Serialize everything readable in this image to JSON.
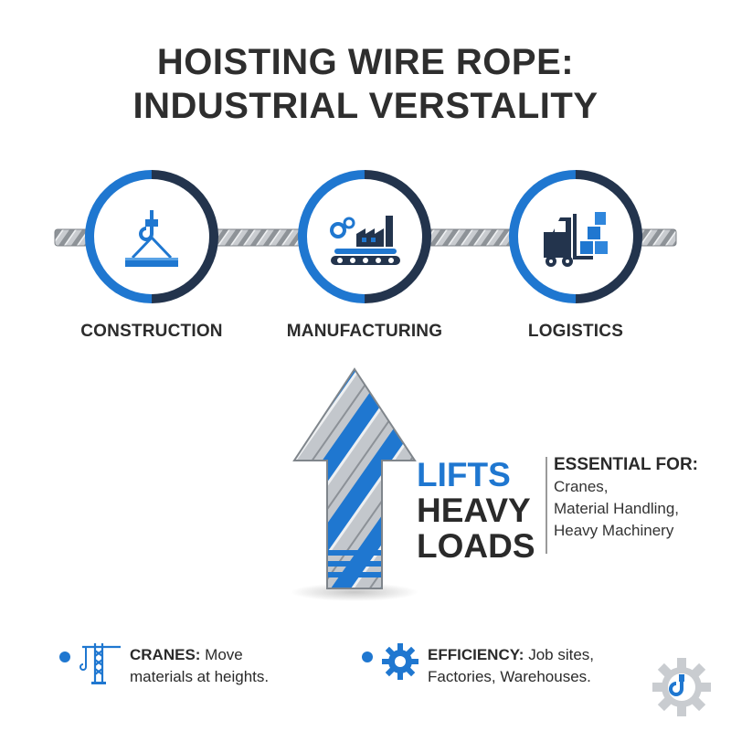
{
  "title": {
    "line1": "HOISTING WIRE ROPE:",
    "line2": "INDUSTRIAL VERSTALITY"
  },
  "industries": [
    {
      "label": "CONSTRUCTION",
      "icon": "crane-hook-icon"
    },
    {
      "label": "MANUFACTURING",
      "icon": "factory-conveyor-icon"
    },
    {
      "label": "LOGISTICS",
      "icon": "forklift-icon"
    }
  ],
  "lifts": {
    "line1": "LIFTS",
    "line2": "HEAVY",
    "line3": "LOADS"
  },
  "essential": {
    "heading": "ESSENTIAL FOR:",
    "items": [
      "Cranes,",
      "Material Handling,",
      "Heavy Machinery"
    ]
  },
  "footer": {
    "cranes": {
      "label": "CRANES:",
      "text1": " Move",
      "text2": "materials at heights."
    },
    "efficiency": {
      "label": "EFFICIENCY:",
      "text1": " Job sites,",
      "text2": "Factories, Warehouses."
    }
  },
  "colors": {
    "accent_blue": "#1f77d0",
    "dark_navy": "#23344d",
    "rope_gray": "#9ea3a8"
  }
}
